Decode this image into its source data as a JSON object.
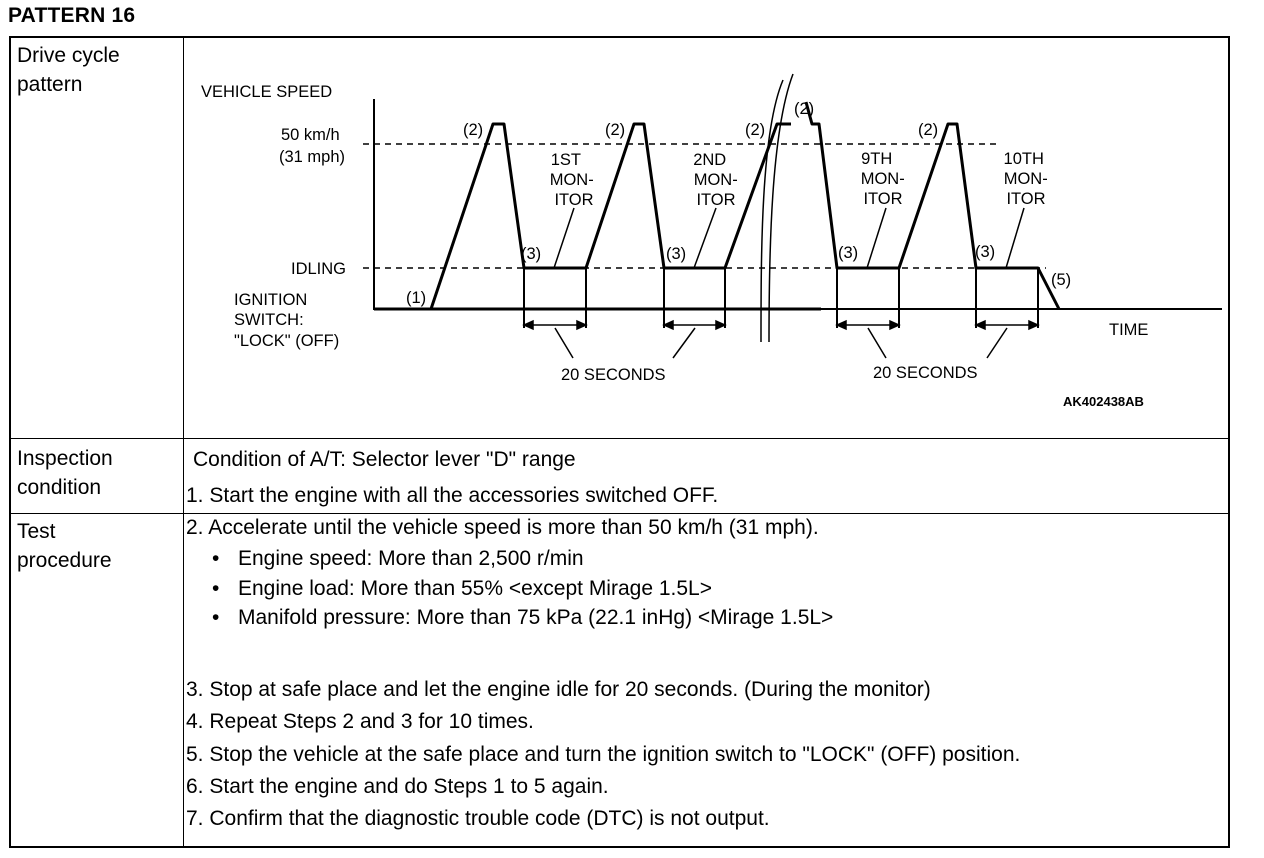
{
  "heading": "PATTERN 16",
  "rows": {
    "drive_cycle": {
      "label": "Drive cycle\npattern"
    },
    "inspection": {
      "label": "Inspection\ncondition",
      "content": "Condition of A/T: Selector lever \"D\" range"
    },
    "test": {
      "label": "Test\nprocedure",
      "steps": [
        "1. Start the engine with all the accessories switched OFF.",
        "2. Accelerate until the vehicle speed is more than 50 km/h (31 mph).",
        "3. Stop at safe place and let the engine idle for 20 seconds. (During the monitor)",
        "4. Repeat Steps 2 and 3 for 10 times.",
        "5. Stop the vehicle at the safe place and turn the ignition switch to \"LOCK\" (OFF) position.",
        "6. Start the engine and do Steps 1 to 5 again.",
        "7. Confirm that the diagnostic trouble code (DTC) is not output."
      ],
      "substeps": [
        "Engine speed: More than 2,500 r/min",
        "Engine load: More than 55% <except Mirage 1.5L>",
        "Manifold pressure: More than 75 kPa (22.1 inHg) <Mirage 1.5L>"
      ]
    }
  },
  "diagram": {
    "vehicle_speed": "VEHICLE SPEED",
    "speed_km": "50 km/h",
    "speed_mph": "(31 mph)",
    "idling": "IDLING",
    "ignition_1": "IGNITION",
    "ignition_2": "SWITCH:",
    "ignition_3": "\"LOCK\" (OFF)",
    "time": "TIME",
    "twenty_seconds": "20 SECONDS",
    "figure_id": "AK402438AB",
    "m1": [
      "1ST",
      "MON-",
      "ITOR"
    ],
    "m2": [
      "2ND",
      "MON-",
      "ITOR"
    ],
    "m9": [
      "9TH",
      "MON-",
      "ITOR"
    ],
    "m10": [
      "10TH",
      "MON-",
      "ITOR"
    ],
    "tag1": "(1)",
    "tag2": "(2)",
    "tag3": "(3)",
    "tag5": "(5)"
  }
}
